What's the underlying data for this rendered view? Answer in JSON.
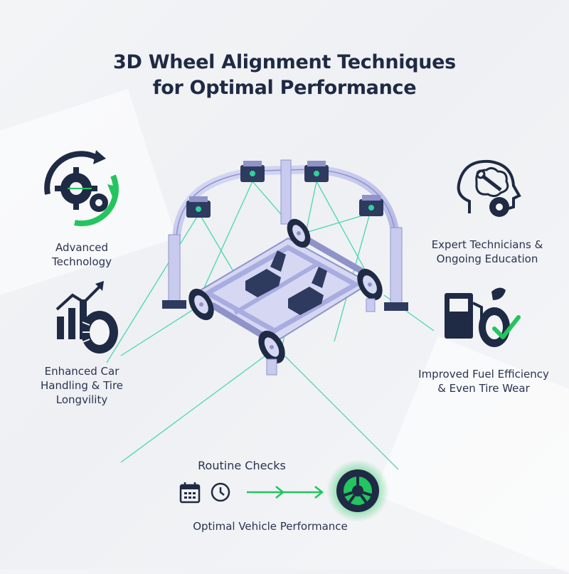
{
  "title": {
    "line1": "3D Wheel Alignment Techniques",
    "line2": "for Optimal Performance"
  },
  "features": {
    "advanced_technology": {
      "line1": "Advanced",
      "line2": "Technology",
      "icon": "gear-cycle-icon"
    },
    "enhanced_handling": {
      "line1": "Enhanced Car",
      "line2": "Handling & Tire",
      "line3": "Longvility",
      "icon": "growth-chart-tire-icon"
    },
    "expert_technicians": {
      "line1": "Expert Technicians &",
      "line2": "Ongoing Education",
      "icon": "head-brain-wrench-icon"
    },
    "fuel_efficiency": {
      "line1": "Improved Fuel Efficiency",
      "line2": "& Even Tire Wear",
      "icon": "fuel-pump-tire-check-icon"
    }
  },
  "process": {
    "routine_checks": "Routine Checks",
    "optimal_performance": "Optimal Vehicle Performance",
    "icons": [
      "calendar-icon",
      "clock-icon",
      "arrow-right-icon",
      "glowing-wheel-icon"
    ]
  },
  "colors": {
    "navy": "#1f2a44",
    "green_accent": "#22c55e",
    "laser_teal": "#2bd4a0",
    "frame_lavender": "#c9cbee"
  }
}
